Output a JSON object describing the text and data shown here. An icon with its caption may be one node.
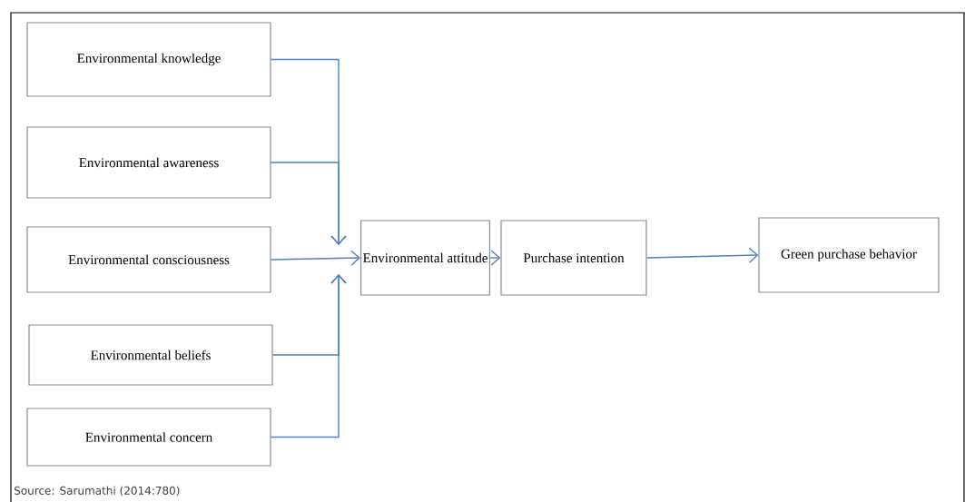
{
  "diagram": {
    "nodes": [
      {
        "text": [
          "Environmental knowledge"
        ]
      },
      {
        "text": [
          "Environmental awareness"
        ]
      },
      {
        "text": [
          "Environmental consciousness"
        ]
      },
      {
        "text": [
          "Environmental beliefs"
        ]
      },
      {
        "text": [
          "Environmental concern"
        ]
      },
      {
        "text": [
          "Environmental attitude"
        ]
      },
      {
        "text": [
          "Purchase intention"
        ]
      },
      {
        "text": [
          "Green purchase behavior"
        ]
      }
    ],
    "edges": [
      {
        "from": 0,
        "to": 5,
        "arrow": "to"
      },
      {
        "from": 1,
        "to": 5,
        "arrow": "to"
      },
      {
        "from": 2,
        "to": 5,
        "arrow": "to"
      },
      {
        "from": 3,
        "to": 5,
        "arrow": "to"
      },
      {
        "from": 4,
        "to": 5,
        "arrow": "to"
      },
      {
        "from": 5,
        "to": 6,
        "arrow": "to"
      },
      {
        "from": 6,
        "to": 7,
        "arrow": "to"
      }
    ],
    "labels": [
      "Source: Sarumathi (2014:780)"
    ]
  }
}
